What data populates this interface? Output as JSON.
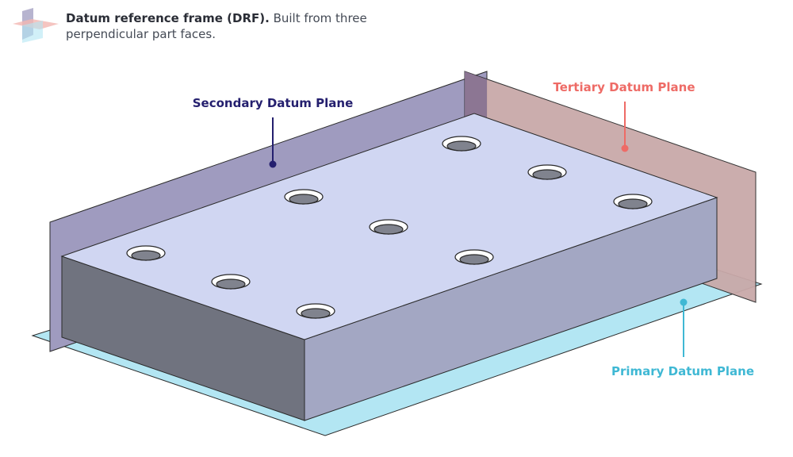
{
  "header": {
    "icon": "datum-frame-icon",
    "lead": "Datum reference frame (DRF).",
    "text": "Built from three perpendicular part faces."
  },
  "labels": {
    "secondary": {
      "text": "Secondary Datum Plane",
      "color": "#241f6e"
    },
    "tertiary": {
      "text": "Tertiary Datum Plane",
      "color": "#ee6b66"
    },
    "primary": {
      "text": "Primary Datum Plane",
      "color": "#3fb8d4"
    }
  },
  "colors": {
    "primary_plane": "#b3e6f3",
    "secondary_plane": "#9f9bbf",
    "tertiary_plane": "#c9a9a9",
    "part_top": "#d0d6f2",
    "part_front": "#a3a7c3",
    "part_left": "#70737f"
  }
}
